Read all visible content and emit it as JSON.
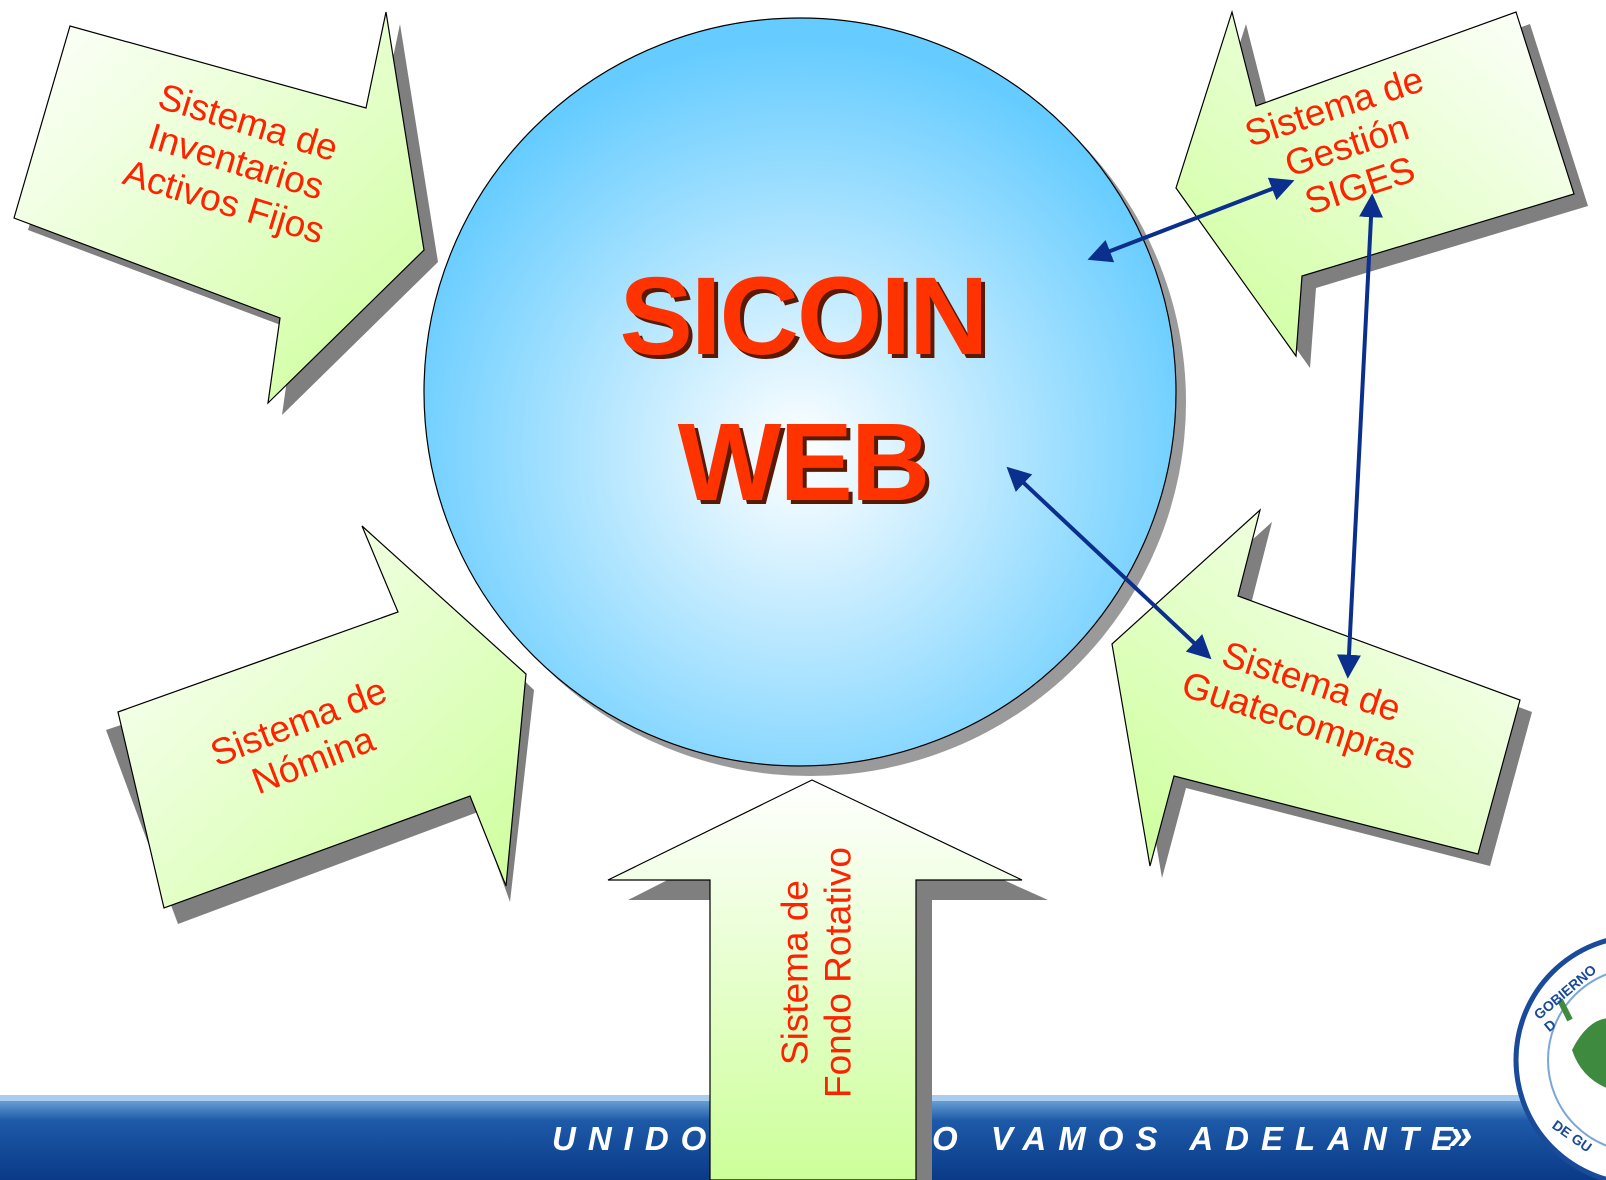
{
  "diagram": {
    "center": {
      "line1": "SICOIN",
      "line2": "WEB"
    },
    "nodes": {
      "inventarios": "Sistema de\nInventarios\nActivos Fijos",
      "siges": "Sistema de\nGestión\nSIGES",
      "nomina": "Sistema de\nNómina",
      "guatecompras": "Sistema de\nGuatecompras",
      "fondo": "Sistema de\nFondo Rotativo"
    },
    "colors": {
      "label": "#ff2200",
      "title": "#ff3300",
      "connector": "#0b2f8c",
      "arrow_fill_light": "#ffffff",
      "arrow_fill_green": "#ccff99",
      "circle_center": "#ffffff",
      "circle_edge": "#66ccff",
      "banner": "#0d3f8f"
    }
  },
  "footer": {
    "slogan_left": "UNIDO",
    "slogan_right": "O VAMOS ADELANTE",
    "slogan_mark": "»",
    "seal_text_top": "GOBIERNO D",
    "seal_text_bottom": "DE GU"
  }
}
